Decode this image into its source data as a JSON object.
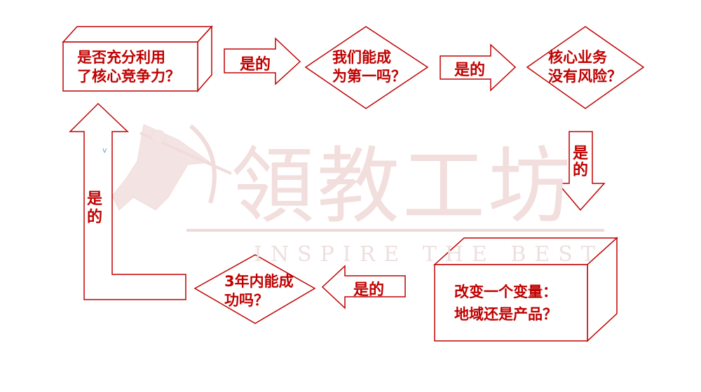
{
  "diagram": {
    "q1": [
      "是否充分利用",
      "了核心竞争力？"
    ],
    "q2": [
      "我们能成",
      "为第一吗？"
    ],
    "q3": [
      "核心业务",
      "没有风险？"
    ],
    "q4": [
      "改变一个变量：",
      "地域还是产品？"
    ],
    "q5": [
      "3年内能成",
      "功吗？"
    ],
    "yes_1": "是的",
    "yes_2": "是的",
    "yes_3_chars": [
      "是",
      "的"
    ],
    "yes_4": "是的",
    "yes_5_chars": [
      "是",
      "的"
    ],
    "stray_mark": "v"
  },
  "watermark": {
    "chinese": "領教工坊",
    "english": "INSPIRE THE BEST"
  },
  "colors": {
    "accent": "#c00000",
    "watermark": "#f1dedd"
  }
}
